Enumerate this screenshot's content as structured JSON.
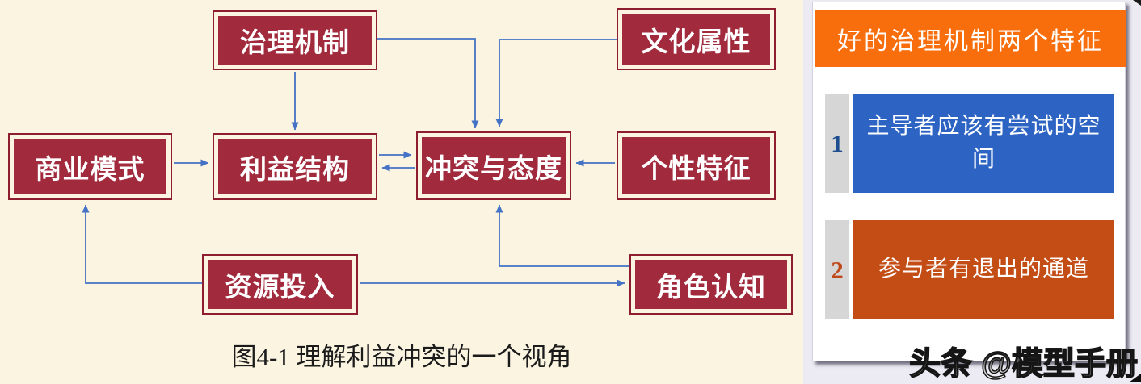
{
  "diagram": {
    "nodes": {
      "governance": {
        "label": "治理机制"
      },
      "culture": {
        "label": "文化属性"
      },
      "business": {
        "label": "商业模式"
      },
      "interest": {
        "label": "利益结构"
      },
      "conflict": {
        "label": "冲突与态度"
      },
      "personality": {
        "label": "个性特征"
      },
      "resource": {
        "label": "资源投入"
      },
      "role": {
        "label": "角色认知"
      }
    },
    "connections": [
      "governance->interest",
      "governance->conflict",
      "culture->conflict",
      "business->interest",
      "interest->conflict",
      "conflict->interest",
      "personality->conflict",
      "resource->business",
      "resource->role",
      "role->conflict"
    ],
    "caption": "图4-1 理解利益冲突的一个视角",
    "colors": {
      "background": "#FBF4E1",
      "node_fill": "#A12A3C",
      "node_border": "#8E1E2F",
      "node_text": "#FFFFFF",
      "arrow": "#4472C4"
    }
  },
  "panel": {
    "title": "好的治理机制两个特征",
    "items": [
      {
        "number": "1",
        "text": "主导者应该有尝试的空间",
        "box_color": "#2D64C3",
        "number_color": "#1F4E8F"
      },
      {
        "number": "2",
        "text": "参与者有退出的通道",
        "box_color": "#C44D16",
        "number_color": "#C0491A"
      }
    ],
    "colors": {
      "header": "#F86E0D",
      "card": "#FFFFFF",
      "background": "#ECEAF2",
      "number_column": "#D6D6D6"
    }
  },
  "watermark": "头条 @模型手册"
}
